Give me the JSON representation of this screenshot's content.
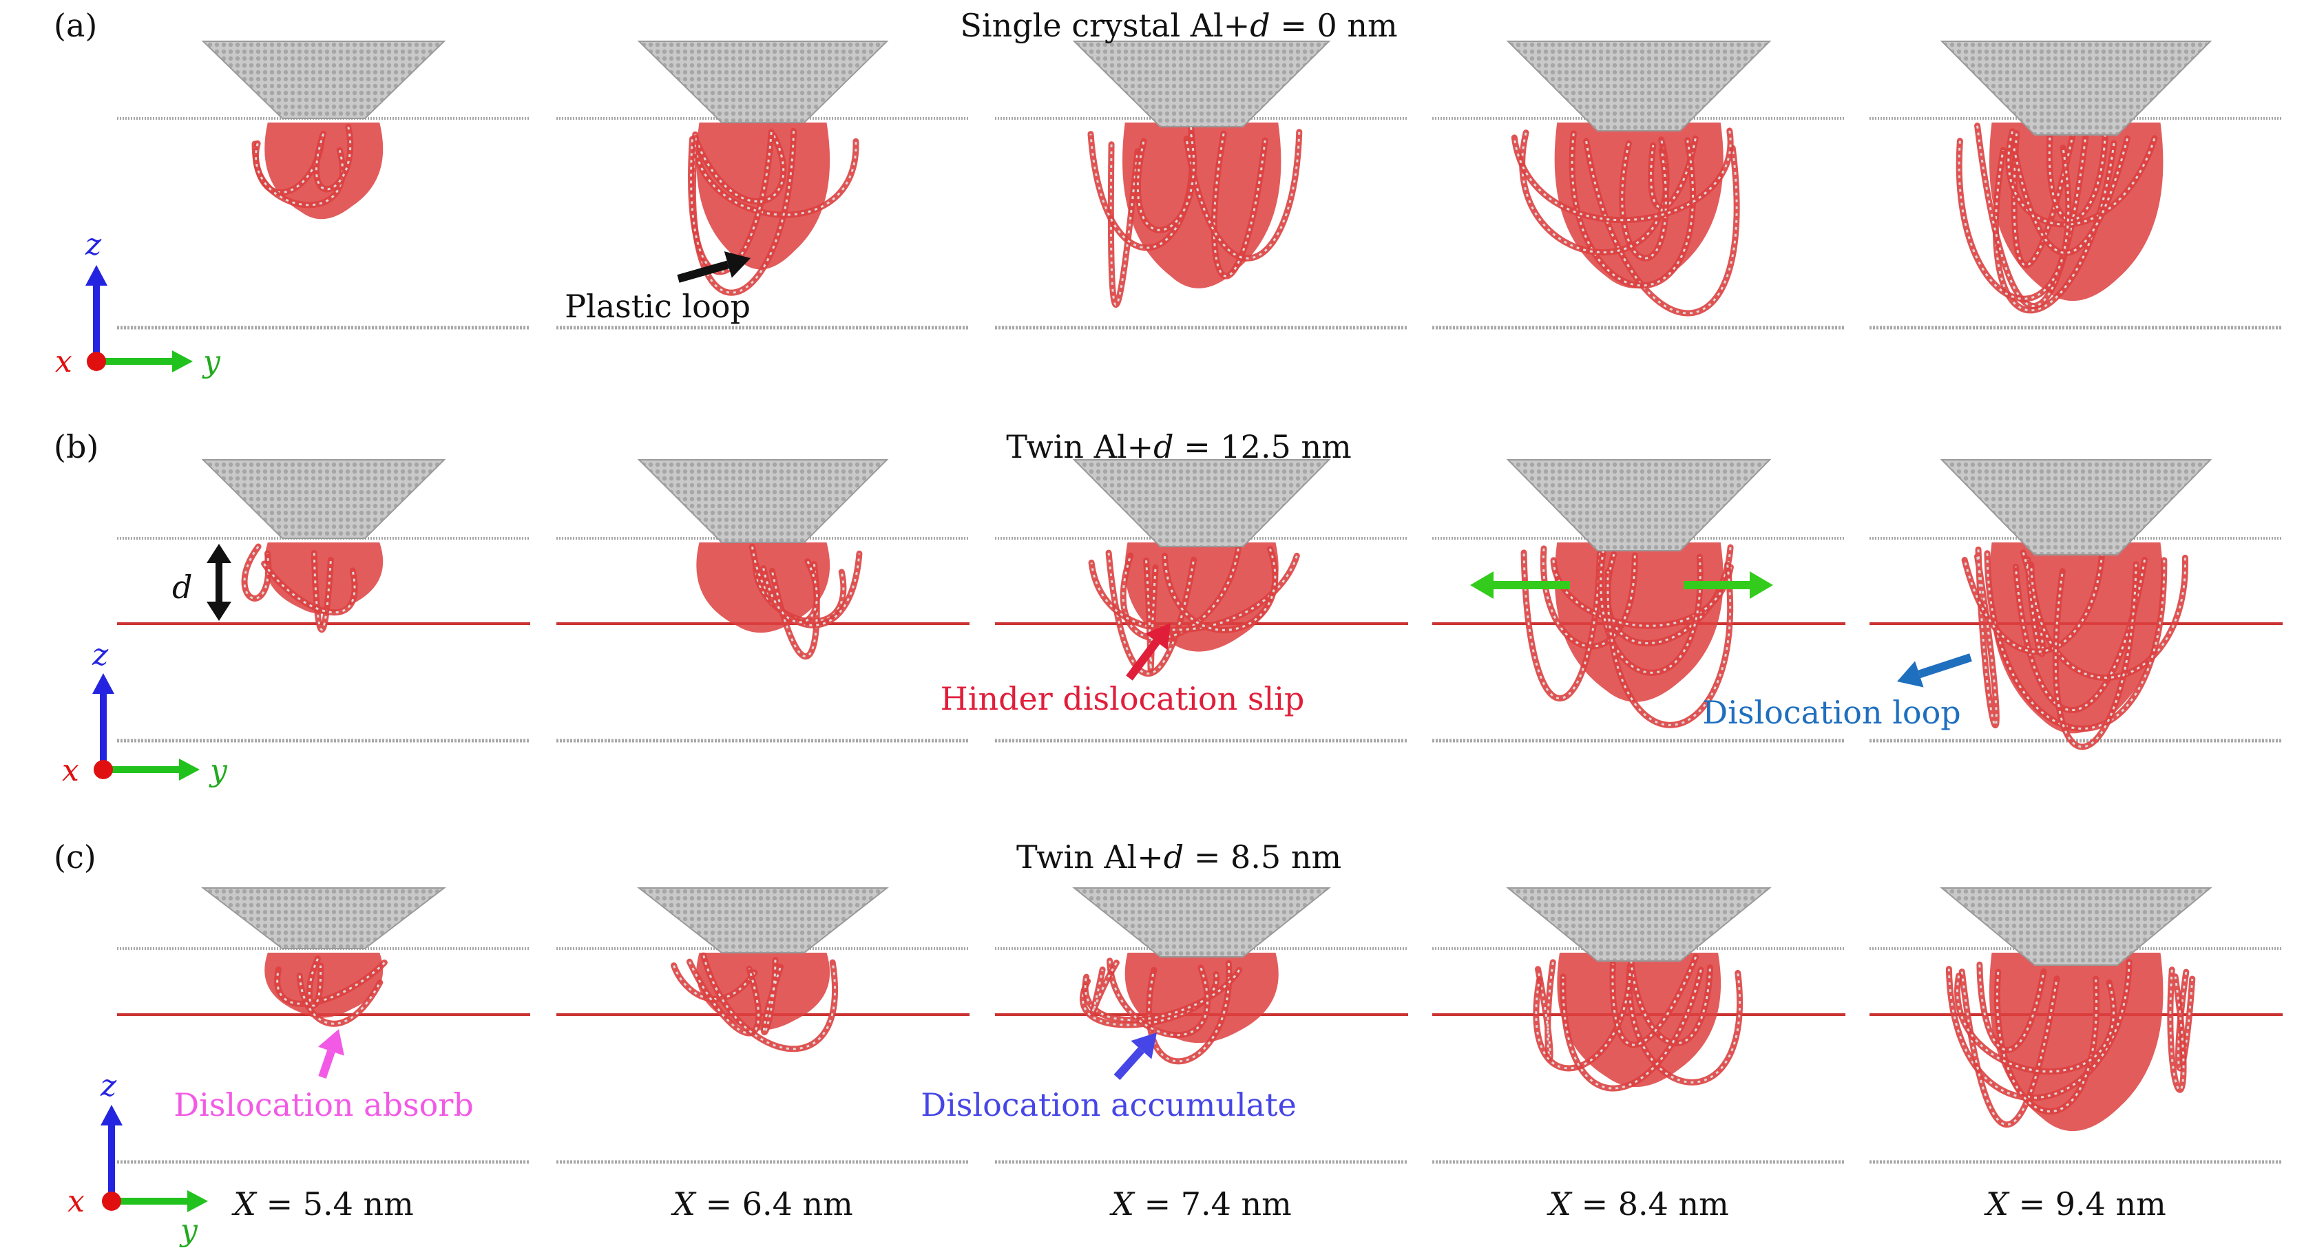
{
  "colors": {
    "indenter": "#b9b9b9",
    "dislocation": "#dd4040",
    "twin_boundary": "#cc3333",
    "surface": "#a8a8a8",
    "axis_z": "#2424e0",
    "axis_y": "#22c21e",
    "axis_x": "#e01010",
    "annot_black": "#111111",
    "annot_red": "#e01e3a",
    "annot_blue": "#1f6fbf",
    "annot_green": "#33cc1c",
    "annot_pink": "#f25ae6",
    "annot_purple": "#4646e6"
  },
  "rows": [
    {
      "panel_label": "(a)",
      "title_prefix": "Single crystal Al+",
      "title_var": "d",
      "title_suffix": " = 0 nm",
      "axes": {
        "z": "z",
        "x": "x",
        "y": "y"
      },
      "annotations": [
        {
          "text": "Plastic loop",
          "color": "#111111"
        }
      ]
    },
    {
      "panel_label": "(b)",
      "title_prefix": "Twin Al+",
      "title_var": "d",
      "title_suffix": " = 12.5 nm",
      "axes": {
        "z": "z",
        "x": "x",
        "y": "y"
      },
      "thickness_label": "d",
      "annotations": [
        {
          "text": "Hinder dislocation slip",
          "color": "#e01e3a"
        },
        {
          "text": "Dislocation loop",
          "color": "#1f6fbf"
        }
      ]
    },
    {
      "panel_label": "(c)",
      "title_prefix": "Twin Al+",
      "title_var": "d",
      "title_suffix": " = 8.5 nm",
      "axes": {
        "z": "z",
        "x": "x",
        "y": "y"
      },
      "annotations": [
        {
          "text": "Dislocation absorb",
          "color": "#f25ae6"
        },
        {
          "text": "Dislocation accumulate",
          "color": "#4646e6"
        }
      ]
    }
  ],
  "x_labels": [
    {
      "var": "X",
      "value": " = 5.4 nm"
    },
    {
      "var": "X",
      "value": " = 6.4 nm"
    },
    {
      "var": "X",
      "value": " = 7.4 nm"
    },
    {
      "var": "X",
      "value": " = 8.4 nm"
    },
    {
      "var": "X",
      "value": " = 9.4 nm"
    }
  ]
}
